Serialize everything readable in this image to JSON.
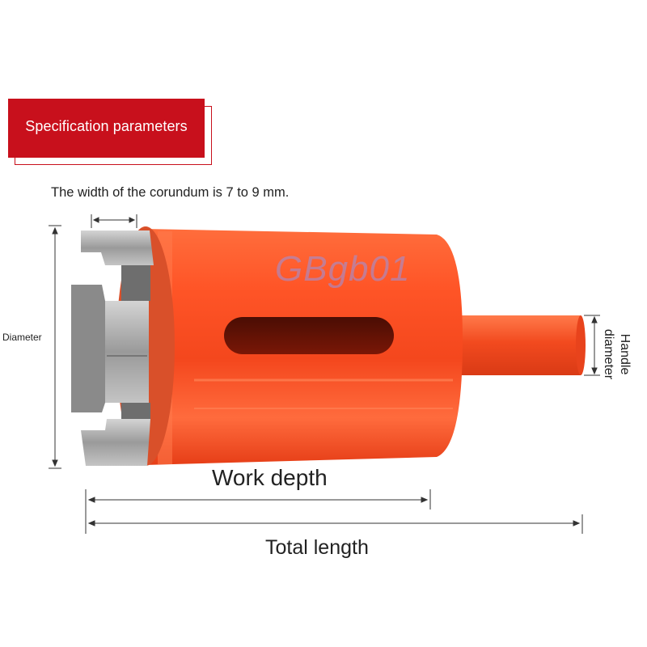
{
  "header": {
    "title": "Specification parameters"
  },
  "note": {
    "corundum_width": "The width of the corundum is 7 to 9 mm."
  },
  "labels": {
    "diameter": "Diameter",
    "handle_diameter_line1": "Handle",
    "handle_diameter_line2": "diameter",
    "work_depth": "Work depth",
    "total_length": "Total length"
  },
  "watermark": "GBgb01",
  "colors": {
    "brand": "#c8101c",
    "drill_body": "#ff5a2a",
    "drill_dark": "#e8431c",
    "steel": "#a9a9a9"
  }
}
